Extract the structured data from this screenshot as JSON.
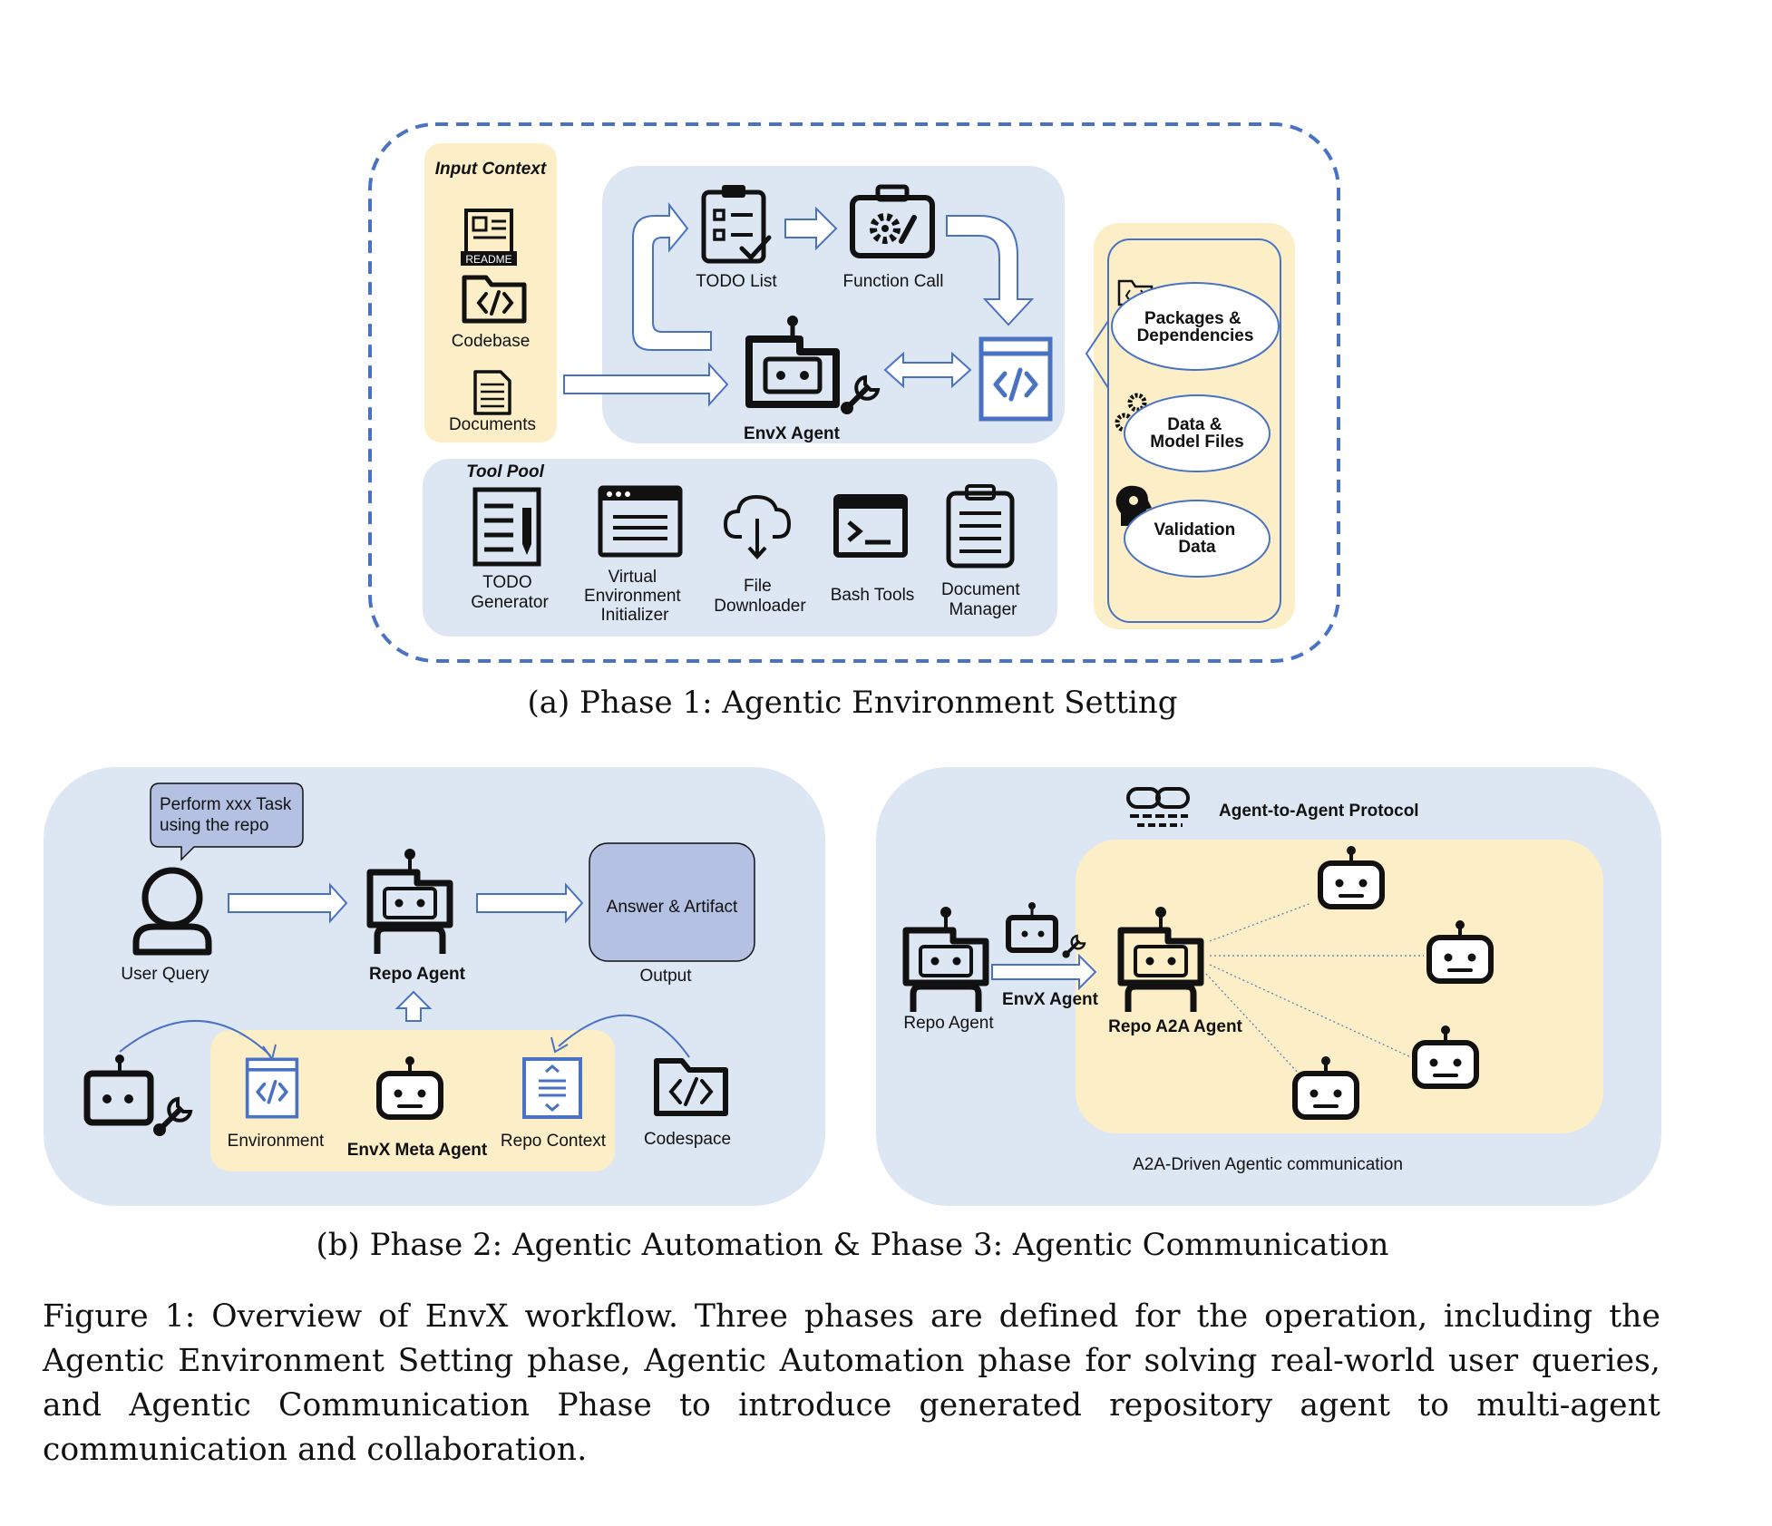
{
  "phase1": {
    "caption": "(a) Phase 1: Agentic Environment Setting",
    "input_context": {
      "title": "Input Context",
      "readme_icon_text": "README",
      "codebase": "Codebase",
      "documents": "Documents"
    },
    "agent_loop": {
      "todo_list": "TODO List",
      "function_call": "Function Call",
      "envx_agent": "EnvX Agent"
    },
    "tool_pool": {
      "title": "Tool Pool",
      "tools": [
        {
          "label_lines": [
            "TODO",
            "Generator"
          ],
          "icon": "todo-generator-icon"
        },
        {
          "label_lines": [
            "Virtual",
            "Environment",
            "Initializer"
          ],
          "icon": "browser-window-icon"
        },
        {
          "label_lines": [
            "File",
            "Downloader"
          ],
          "icon": "cloud-download-icon"
        },
        {
          "label_lines": [
            "Bash Tools"
          ],
          "icon": "terminal-icon"
        },
        {
          "label_lines": [
            "Document",
            "Manager"
          ],
          "icon": "clipboard-icon"
        }
      ]
    },
    "outputs": [
      {
        "label_lines": [
          "Packages &",
          "Dependencies"
        ],
        "icon": "code-folder-icon"
      },
      {
        "label_lines": [
          "Data &",
          "Model Files"
        ],
        "icon": "gears-icon"
      },
      {
        "label_lines": [
          "Validation",
          "Data"
        ],
        "icon": "head-gear-icon"
      }
    ]
  },
  "phase2": {
    "speech_bubble_lines": [
      "Perform xxx Task",
      "using the repo"
    ],
    "user_query": "User Query",
    "repo_agent": "Repo Agent",
    "answer_artifact": "Answer & Artifact",
    "output": "Output",
    "environment": "Environment",
    "envx_meta_agent": "EnvX Meta Agent",
    "repo_context": "Repo Context",
    "codespace": "Codespace"
  },
  "phase3": {
    "protocol_title": "Agent-to-Agent Protocol",
    "repo_agent": "Repo Agent",
    "envx_agent": "EnvX Agent",
    "repo_a2a_agent": "Repo A2A Agent",
    "footer": "A2A-Driven Agentic communication"
  },
  "phase23_caption": "(b) Phase 2: Agentic Automation & Phase 3: Agentic Communication",
  "figure_caption": "Figure 1: Overview of EnvX workflow. Three phases are defined for the operation, including the Agentic Environment Setting phase, Agentic Automation phase for solving real-world user queries, and Agentic Communication Phase to introduce generated repository agent to multi-agent communication and collaboration.",
  "colors": {
    "panel_blue": "#dde6f3",
    "panel_yellow": "#fcefc7",
    "accent_blue": "#4a72c2",
    "answer_box": "#b4c1e3"
  }
}
